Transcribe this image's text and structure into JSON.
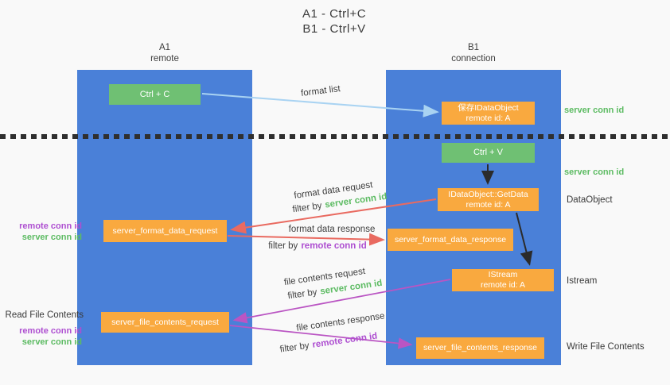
{
  "title": {
    "line1": "A1 - Ctrl+C",
    "line2": "B1 - Ctrl+V"
  },
  "lanes": {
    "a": {
      "name": "A1",
      "subtitle": "remote"
    },
    "b": {
      "name": "B1",
      "subtitle": "connection"
    }
  },
  "nodes": {
    "ctrl_c": "Ctrl + C",
    "ctrl_v": "Ctrl + V",
    "save_idataobject_line1": "保存IDataObject",
    "save_idataobject_line2": "remote id: A",
    "getdata_line1": "IDataObject::GetData",
    "getdata_line2": "remote id: A",
    "istream_line1": "IStream",
    "istream_line2": "remote id: A",
    "server_format_data_request": "server_format_data_request",
    "server_format_data_response": "server_format_data_response",
    "server_file_contents_request": "server_file_contents_request",
    "server_file_contents_response": "server_file_contents_response"
  },
  "annotations": {
    "format_list": "format list",
    "format_data_request": "format data request",
    "format_data_response": "format data response",
    "file_contents_request": "file contents request",
    "file_contents_response": "file contents response",
    "filter_by": "filter by",
    "server_conn_id": "server conn id",
    "remote_conn_id": "remote conn id"
  },
  "side_labels": {
    "server_conn_id": "server conn id",
    "remote_conn_id": "remote conn id",
    "data_object": "DataObject",
    "istream": "Istream",
    "read_file_contents": "Read File Contents",
    "write_file_contents": "Write File Contents"
  },
  "colors": {
    "lane_fill": "#4a80d8",
    "orange_box": "#f9a93f",
    "green_box": "#6fc073",
    "green_text": "#5cbb62",
    "purple_text": "#ae4fd1",
    "salmon_arrow": "#e96a60",
    "magenta_arrow": "#ba55c3",
    "light_blue_arrow": "#a9d3f2",
    "black_arrow": "#2b2b2b",
    "background": "#f9f9f9"
  }
}
